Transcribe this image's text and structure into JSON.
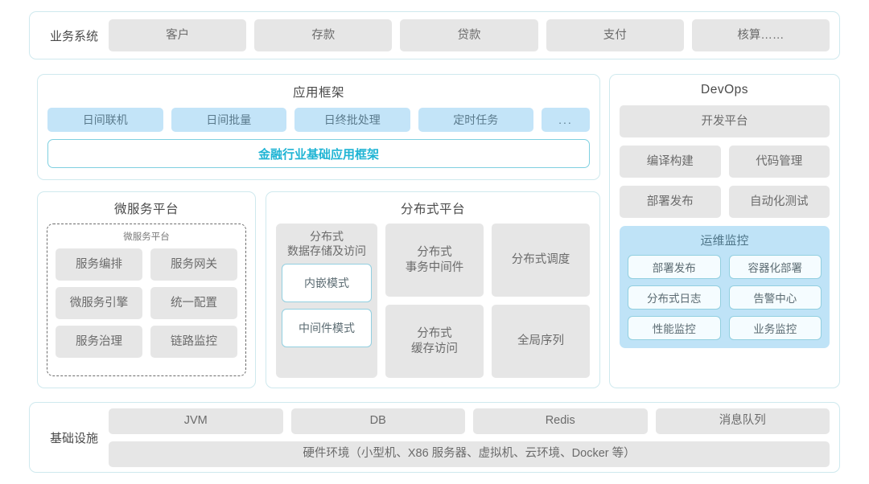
{
  "business": {
    "label": "业务系统",
    "items": [
      "客户",
      "存款",
      "贷款",
      "支付",
      "核算……"
    ]
  },
  "app_framework": {
    "title": "应用框架",
    "chips": [
      "日间联机",
      "日间批量",
      "日终批处理",
      "定时任务",
      "..."
    ],
    "foundation_bar": "金融行业基础应用框架"
  },
  "microservice": {
    "title": "微服务平台",
    "inner_title": "微服务平台",
    "items": [
      "服务编排",
      "服务网关",
      "微服务引擎",
      "统一配置",
      "服务治理",
      "链路监控"
    ]
  },
  "distributed": {
    "title": "分布式平台",
    "col1": {
      "title": "分布式\n数据存储及访问",
      "title_line1": "分布式",
      "title_line2": "数据存储及访问",
      "modes": [
        "内嵌模式",
        "中间件模式"
      ]
    },
    "cells": [
      {
        "line1": "分布式",
        "line2": "事务中间件"
      },
      {
        "line1": "分布式调度",
        "line2": ""
      },
      {
        "line1": "分布式",
        "line2": "缓存访问"
      },
      {
        "line1": "全局序列",
        "line2": ""
      }
    ]
  },
  "devops": {
    "title": "DevOps",
    "platform": "开发平台",
    "items": [
      "编译构建",
      "代码管理",
      "部署发布",
      "自动化测试"
    ],
    "ops_monitor": {
      "title": "运维监控",
      "items": [
        "部署发布",
        "容器化部署",
        "分布式日志",
        "告警中心",
        "性能监控",
        "业务监控"
      ]
    }
  },
  "infrastructure": {
    "label": "基础设施",
    "items": [
      "JVM",
      "DB",
      "Redis",
      "消息队列"
    ],
    "hardware": "硬件环境（小型机、X86 服务器、虚拟机、云环境、Docker 等）"
  },
  "colors": {
    "panel_border": "#cfe9ee",
    "chip_grey": "#e6e6e6",
    "chip_blue": "#c3e4f8",
    "accent_cyan": "#1fb4d4",
    "ops_panel_blue": "#bfe3f7",
    "text_dark": "#4a4a4a",
    "text_grey": "#6b6b6b"
  }
}
